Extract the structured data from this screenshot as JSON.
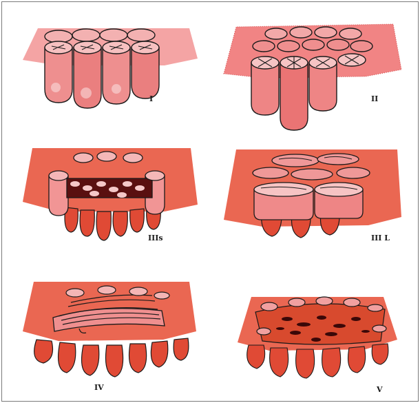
{
  "figure": {
    "panels": [
      {
        "id": "I",
        "label": "I"
      },
      {
        "id": "II",
        "label": "II"
      },
      {
        "id": "IIIs",
        "label": "IIIs"
      },
      {
        "id": "IIIL",
        "label": "III L"
      },
      {
        "id": "IV",
        "label": "IV"
      },
      {
        "id": "V",
        "label": "V"
      }
    ],
    "colors": {
      "tissue_light": "#f08a8a",
      "tissue_mid": "#e85a48",
      "tissue_deep": "#d93a22",
      "crypt_pink": "#f2a0a0",
      "crypt_dark": "#6a1010",
      "outline": "#1a1a1a"
    }
  }
}
